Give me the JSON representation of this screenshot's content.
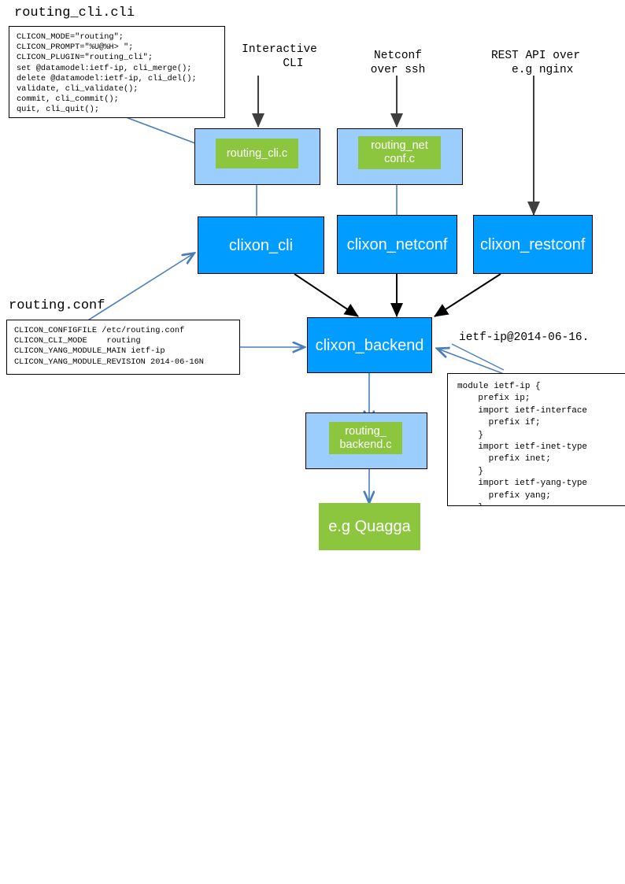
{
  "diagram": {
    "title_labels": {
      "routing_cli_file": "routing_cli.cli",
      "routing_conf_file": "routing.conf",
      "yang_file": "ietf-ip@2014-06-16."
    },
    "code_blocks": {
      "routing_cli_cli": "CLICON_MODE=\"routing\";\nCLICON_PROMPT=\"%U@%H> \";\nCLICON_PLUGIN=\"routing_cli\";\nset @datamodel:ietf-ip, cli_merge();\ndelete @datamodel:ietf-ip, cli_del();\nvalidate, cli_validate();\ncommit, cli_commit();\nquit, cli_quit();",
      "routing_conf": "CLICON_CONFIGFILE /etc/routing.conf\nCLICON_CLI_MODE    routing\nCLICON_YANG_MODULE_MAIN ietf-ip\nCLICON_YANG_MODULE_REVISION 2014-06-16N",
      "yang_module": "module ietf-ip {\n    prefix ip;\n    import ietf-interface\n      prefix if;\n    }\n    import ietf-inet-type\n      prefix inet;\n    }\n    import ietf-yang-type\n      prefix yang;\n    }"
    },
    "input_captions": {
      "interactive_cli": "Interactive\n    CLI",
      "netconf_ssh": "Netconf\nover ssh",
      "rest_api": "REST API over\n  e.g nginx"
    },
    "plugin_panels": [
      {
        "plugin_label": "routing_cli.c",
        "process_label": "clixon_cli"
      },
      {
        "plugin_label": "routing_net\nconf.c",
        "process_label": "clixon_netconf"
      }
    ],
    "processes": {
      "cli": "clixon_cli",
      "netconf": "clixon_netconf",
      "restconf": "clixon_restconf",
      "backend": "clixon_backend"
    },
    "backend_plugin": "routing_\nbackend.c",
    "routing_daemon": "e.g\nQuagga",
    "colors": {
      "vivid_blue": "#009cff",
      "light_blue": "#9bcdfd",
      "green": "#8cc63f",
      "black_arrow": "#000000",
      "blue_arrow": "#4a7ebb",
      "gray_arrow": "#595959",
      "border": "#000000",
      "background": "#ffffff"
    }
  }
}
